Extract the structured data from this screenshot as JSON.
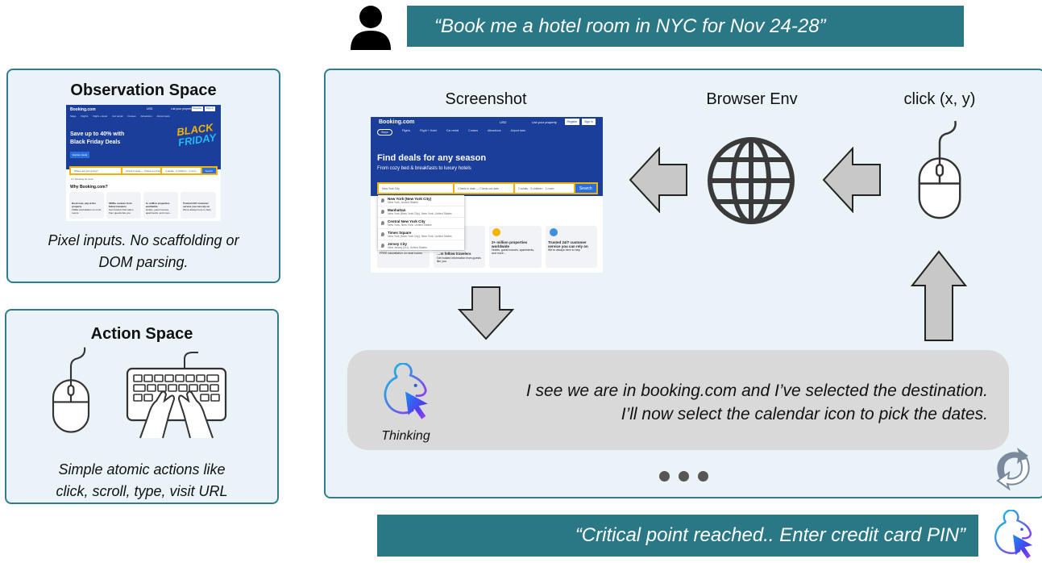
{
  "user_request": "“Book me a hotel room in NYC for Nov 24-28”",
  "observation": {
    "title": "Observation Space",
    "caption_line1": "Pixel inputs. No scaffolding or",
    "caption_line2": "DOM parsing.",
    "thumb": {
      "logo": "Booking.com",
      "currency": "USD",
      "list_property": "List your property",
      "register": "Register",
      "signin": "Sign in",
      "nav": [
        "Stays",
        "Flights",
        "Flight + Hotel",
        "Car rental",
        "Cruises",
        "Attractions",
        "Airport taxis"
      ],
      "headline1": "Save up to 40% with",
      "headline2": "Black Friday Deals",
      "cta": "Explore deals",
      "promo1": "BLACK",
      "promo2": "FRIDAY",
      "where": "Where are you going?",
      "dates": "Check-in date — Check-out date",
      "guests": "2 adults · 0 children · 1 room",
      "search": "Search",
      "flights_cb": "I'm traveling for work",
      "why": "Why Booking.com?",
      "cards": [
        {
          "t": "Book now, pay at the property",
          "s": "FREE cancellation on most rooms"
        },
        {
          "t": "300M+ reviews from fellow travelers",
          "s": "Get trusted information from guests like you"
        },
        {
          "t": "2+ million properties worldwide",
          "s": "Hotels, guest houses, apartments, and more…"
        },
        {
          "t": "Trusted 24/7 customer service you can rely on",
          "s": "We're always here to help"
        }
      ]
    }
  },
  "action": {
    "title": "Action Space",
    "caption_line1": "Simple atomic actions like",
    "caption_line2": "click, scroll, type, visit URL"
  },
  "loop": {
    "screenshot_label": "Screenshot",
    "browser_label": "Browser Env",
    "click_label": "click (x, y)",
    "shot": {
      "logo": "Booking.com",
      "currency": "USD",
      "list_property": "List your property",
      "register": "Register",
      "signin": "Sign in",
      "nav": [
        "Stays",
        "Flights",
        "Flight + Hotel",
        "Car rental",
        "Cruises",
        "Attractions",
        "Airport taxis"
      ],
      "headline": "Find deals for any season",
      "sub": "From cozy bed & breakfasts to luxury hotels",
      "where": "New York City",
      "dates": "Check-in date — Check-out date",
      "guests": "2 adults · 0 children · 1 room",
      "search": "Search",
      "suggestions": [
        {
          "t": "New York (New York City)",
          "s": "New York, United States"
        },
        {
          "t": "Manhattan",
          "s": "New York (New York City), New York, United States"
        },
        {
          "t": "Central New York City",
          "s": "New York, New York, United States"
        },
        {
          "t": "Times Square",
          "s": "New York (New York City), New York, United States"
        },
        {
          "t": "Jersey City",
          "s": "New Jersey (NJ), United States"
        }
      ],
      "cards": [
        {
          "t": "",
          "s": "FREE cancellation on most rooms"
        },
        {
          "t": "…m fellow travelers",
          "s": "Get trusted information from guests like you"
        },
        {
          "t": "2+ million properties worldwide",
          "s": "Hotels, guest houses, apartments, and more..."
        },
        {
          "t": "Trusted 24/7 customer service you can rely on",
          "s": "We're always here to help"
        }
      ]
    },
    "thought_line1": "I see we are in booking.com and I’ve selected the destination.",
    "thought_line2": "I’ll now select the calendar icon to pick the dates.",
    "thinking_label": "Thinking"
  },
  "final_message": "“Critical point reached.. Enter credit card PIN”",
  "colors": {
    "teal": "#2a7886",
    "panel": "#eaf4f8",
    "booking_blue": "#1a3e9a"
  }
}
